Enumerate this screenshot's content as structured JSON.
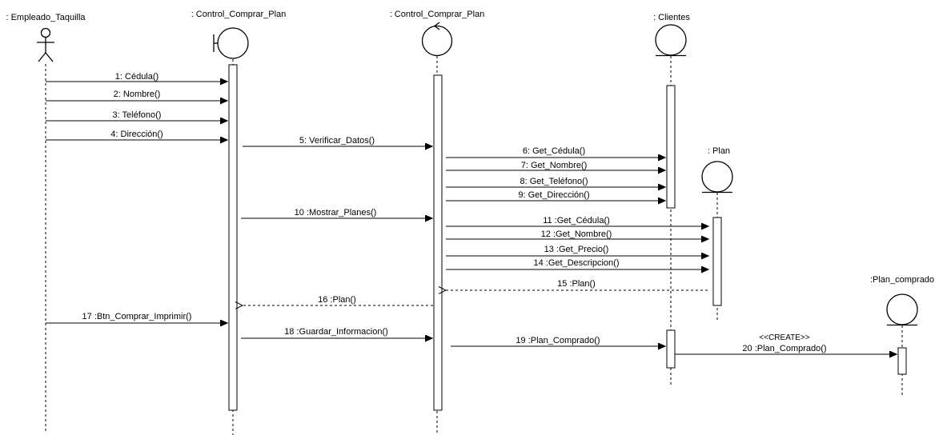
{
  "participants": [
    {
      "id": "empleado",
      "label": ": Empleado_Taquilla",
      "kind": "actor"
    },
    {
      "id": "boundary",
      "label": ": Control_Comprar_Plan",
      "kind": "boundary"
    },
    {
      "id": "control",
      "label": ": Control_Comprar_Plan",
      "kind": "control"
    },
    {
      "id": "clientes",
      "label": ": Clientes",
      "kind": "entity"
    },
    {
      "id": "plan",
      "label": ": Plan",
      "kind": "entity"
    },
    {
      "id": "plan_comprado",
      "label": ":Plan_comprado",
      "kind": "entity"
    }
  ],
  "messages": [
    {
      "label": "1: Cédula()",
      "from": "empleado",
      "to": "boundary",
      "type": "call"
    },
    {
      "label": "2: Nombre()",
      "from": "empleado",
      "to": "boundary",
      "type": "call"
    },
    {
      "label": "3: Teléfono()",
      "from": "empleado",
      "to": "boundary",
      "type": "call"
    },
    {
      "label": "4: Dirección()",
      "from": "empleado",
      "to": "boundary",
      "type": "call"
    },
    {
      "label": "5: Verificar_Datos()",
      "from": "boundary",
      "to": "control",
      "type": "call"
    },
    {
      "label": "6: Get_Cédula()",
      "from": "control",
      "to": "clientes",
      "type": "call"
    },
    {
      "label": "7: Get_Nombre()",
      "from": "control",
      "to": "clientes",
      "type": "call"
    },
    {
      "label": "8: Get_Teléfono()",
      "from": "control",
      "to": "clientes",
      "type": "call"
    },
    {
      "label": "9: Get_Dirección()",
      "from": "control",
      "to": "clientes",
      "type": "call"
    },
    {
      "label": "10 :Mostrar_Planes()",
      "from": "boundary",
      "to": "control",
      "type": "call"
    },
    {
      "label": "11 :Get_Cédula()",
      "from": "control",
      "to": "plan",
      "type": "call"
    },
    {
      "label": "12 :Get_Nombre()",
      "from": "control",
      "to": "plan",
      "type": "call"
    },
    {
      "label": "13 :Get_Precio()",
      "from": "control",
      "to": "plan",
      "type": "call"
    },
    {
      "label": "14 :Get_Descripcion()",
      "from": "control",
      "to": "plan",
      "type": "call"
    },
    {
      "label": "15 :Plan()",
      "from": "plan",
      "to": "control",
      "type": "return"
    },
    {
      "label": "16 :Plan()",
      "from": "control",
      "to": "boundary",
      "type": "return"
    },
    {
      "label": "17 :Btn_Comprar_Imprimir()",
      "from": "empleado",
      "to": "boundary",
      "type": "call"
    },
    {
      "label": "18 :Guardar_Informacion()",
      "from": "boundary",
      "to": "control",
      "type": "call"
    },
    {
      "label": "19 :Plan_Comprado()",
      "from": "control",
      "to": "clientes",
      "type": "call"
    },
    {
      "label": "20 :Plan_Comprado()",
      "stereotype": "<<CREATE>>",
      "from": "clientes",
      "to": "plan_comprado",
      "type": "call"
    }
  ]
}
